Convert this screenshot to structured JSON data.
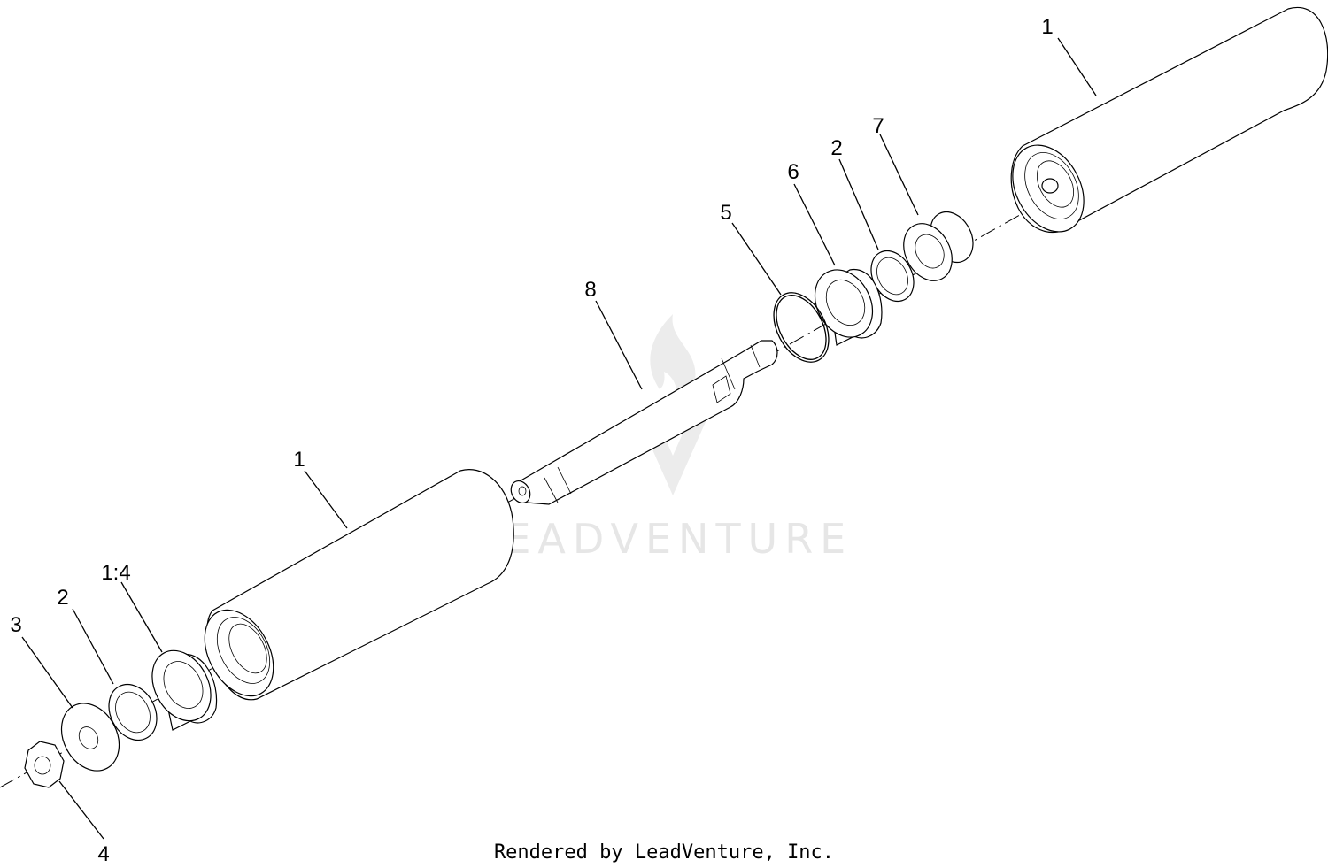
{
  "diagram": {
    "callouts": {
      "roller_top": "1",
      "seal_top": "2",
      "spacer_top": "7",
      "bearing_top": "6",
      "oring": "5",
      "shaft": "8",
      "roller_bottom": "1",
      "bearing_bottom": "1:4",
      "seal_bottom": "2",
      "washer": "3",
      "nut": "4"
    },
    "watermark": "LEADVENTURE",
    "caption": "Rendered by LeadVenture, Inc."
  }
}
